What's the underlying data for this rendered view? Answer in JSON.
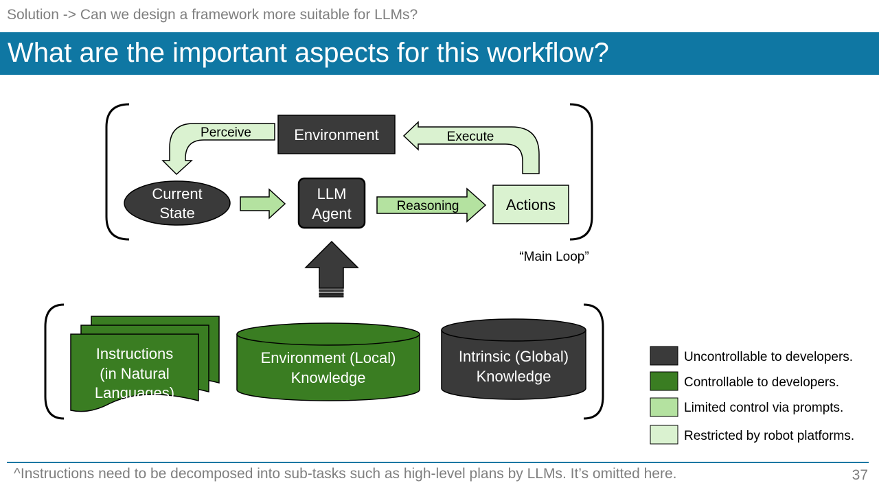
{
  "header": {
    "breadcrumb": "Solution -> Can we design a framework more suitable for LLMs?",
    "title": "What are the important aspects for this workflow?"
  },
  "diagram": {
    "main_loop": {
      "environment": "Environment",
      "current_state": [
        "Current",
        "State"
      ],
      "llm_agent": [
        "LLM",
        "Agent"
      ],
      "actions": "Actions",
      "perceive": "Perceive",
      "execute": "Execute",
      "reasoning": "Reasoning",
      "label": "“Main Loop”"
    },
    "knowledge": {
      "instructions": [
        "Instructions",
        "(in Natural",
        "Languages)"
      ],
      "environment_knowledge": [
        "Environment (Local)",
        "Knowledge"
      ],
      "intrinsic_knowledge": [
        "Intrinsic (Global)",
        "Knowledge"
      ]
    }
  },
  "legend": [
    {
      "label": "Uncontrollable to developers.",
      "color": "#3a3a3a"
    },
    {
      "label": "Controllable to developers.",
      "color": "#3a7d22"
    },
    {
      "label": "Limited control via prompts.",
      "color": "#b4e2a0"
    },
    {
      "label": "Restricted by robot platforms.",
      "color": "#daf2d0"
    }
  ],
  "colors": {
    "title_bar": "#0f77a3",
    "uncontrollable": "#3a3a3a",
    "controllable": "#3a7d22",
    "limited": "#b4e2a0",
    "restricted": "#daf2d0"
  },
  "footer": {
    "note": "^Instructions need to be decomposed into sub-tasks such as high-level plans by LLMs. It’s omitted here.",
    "page": "37"
  }
}
